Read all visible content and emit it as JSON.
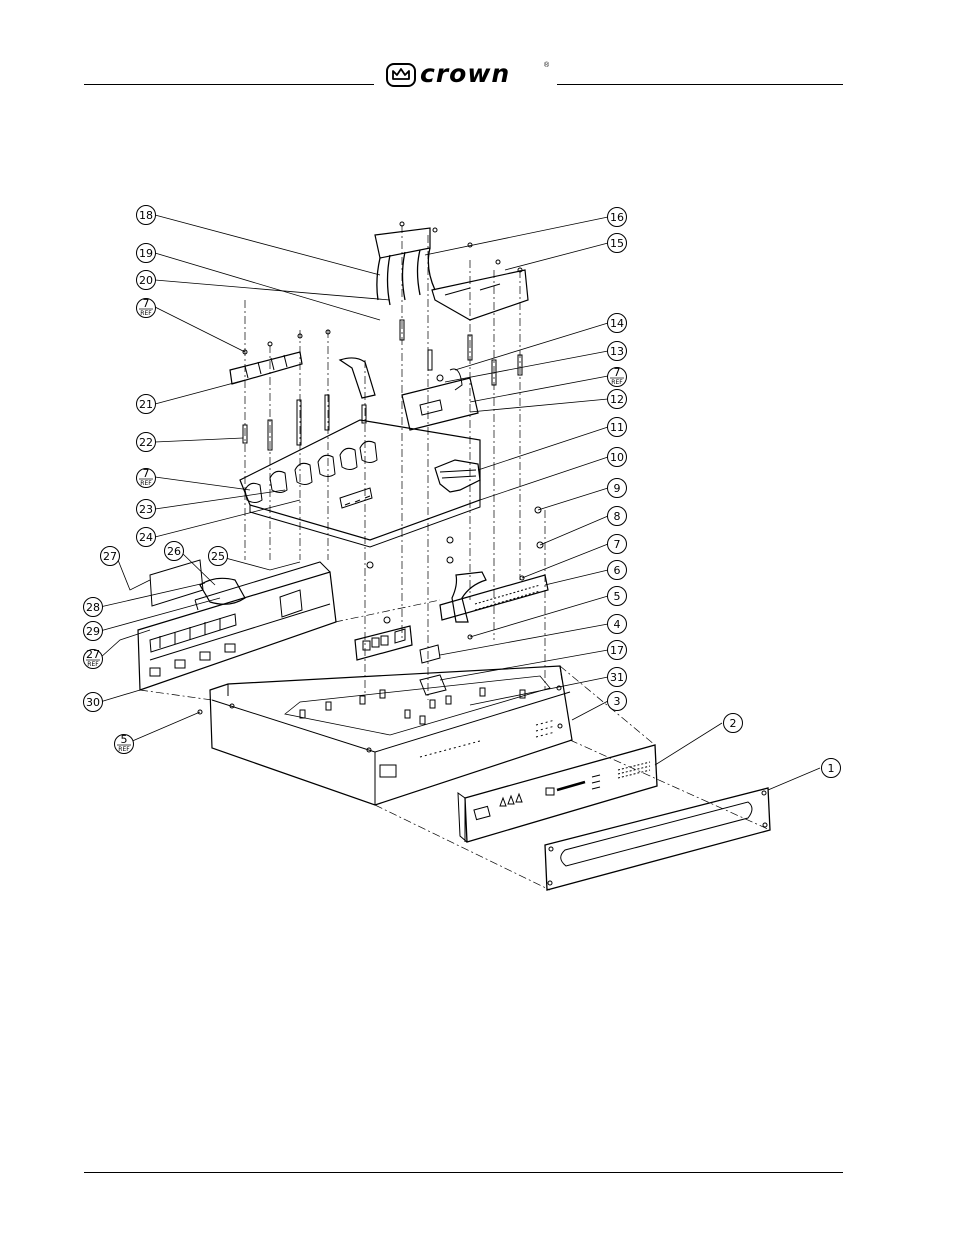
{
  "header": {
    "brand": "crown",
    "registered_mark": "®"
  },
  "callouts": [
    {
      "id": "c18",
      "num": "18",
      "ref": ""
    },
    {
      "id": "c19",
      "num": "19",
      "ref": ""
    },
    {
      "id": "c20",
      "num": "20",
      "ref": ""
    },
    {
      "id": "c7a",
      "num": "7",
      "ref": "REF"
    },
    {
      "id": "c21",
      "num": "21",
      "ref": ""
    },
    {
      "id": "c22",
      "num": "22",
      "ref": ""
    },
    {
      "id": "c7b",
      "num": "7",
      "ref": "REF"
    },
    {
      "id": "c23",
      "num": "23",
      "ref": ""
    },
    {
      "id": "c24",
      "num": "24",
      "ref": ""
    },
    {
      "id": "c27a",
      "num": "27",
      "ref": ""
    },
    {
      "id": "c26",
      "num": "26",
      "ref": ""
    },
    {
      "id": "c25",
      "num": "25",
      "ref": ""
    },
    {
      "id": "c28",
      "num": "28",
      "ref": ""
    },
    {
      "id": "c29",
      "num": "29",
      "ref": ""
    },
    {
      "id": "c27b",
      "num": "27",
      "ref": "REF"
    },
    {
      "id": "c30",
      "num": "30",
      "ref": ""
    },
    {
      "id": "c5b",
      "num": "5",
      "ref": "REF"
    },
    {
      "id": "c16",
      "num": "16",
      "ref": ""
    },
    {
      "id": "c15",
      "num": "15",
      "ref": ""
    },
    {
      "id": "c14",
      "num": "14",
      "ref": ""
    },
    {
      "id": "c13",
      "num": "13",
      "ref": ""
    },
    {
      "id": "c7c",
      "num": "7",
      "ref": "REF"
    },
    {
      "id": "c12",
      "num": "12",
      "ref": ""
    },
    {
      "id": "c11",
      "num": "11",
      "ref": ""
    },
    {
      "id": "c10",
      "num": "10",
      "ref": ""
    },
    {
      "id": "c9",
      "num": "9",
      "ref": ""
    },
    {
      "id": "c8",
      "num": "8",
      "ref": ""
    },
    {
      "id": "c7d",
      "num": "7",
      "ref": ""
    },
    {
      "id": "c6",
      "num": "6",
      "ref": ""
    },
    {
      "id": "c5",
      "num": "5",
      "ref": ""
    },
    {
      "id": "c4",
      "num": "4",
      "ref": ""
    },
    {
      "id": "c17",
      "num": "17",
      "ref": ""
    },
    {
      "id": "c31",
      "num": "31",
      "ref": ""
    },
    {
      "id": "c3",
      "num": "3",
      "ref": ""
    },
    {
      "id": "c2",
      "num": "2",
      "ref": ""
    },
    {
      "id": "c1",
      "num": "1",
      "ref": ""
    }
  ]
}
